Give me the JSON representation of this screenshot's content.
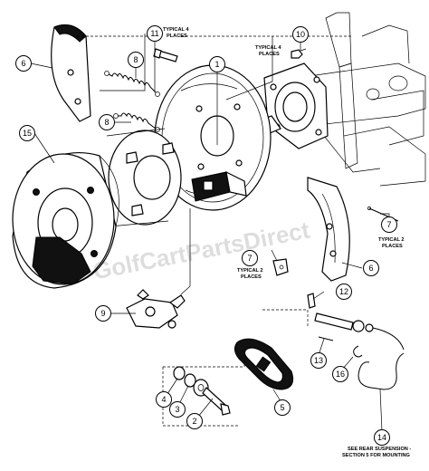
{
  "diagram": {
    "watermark": "GolfCartPartsDirect",
    "callouts": [
      {
        "id": "c1",
        "label": "1"
      },
      {
        "id": "c2",
        "label": "2"
      },
      {
        "id": "c3",
        "label": "3"
      },
      {
        "id": "c4",
        "label": "4"
      },
      {
        "id": "c5",
        "label": "5"
      },
      {
        "id": "c6a",
        "label": "6"
      },
      {
        "id": "c6b",
        "label": "6"
      },
      {
        "id": "c7a",
        "label": "7"
      },
      {
        "id": "c7b",
        "label": "7"
      },
      {
        "id": "c8a",
        "label": "8"
      },
      {
        "id": "c8b",
        "label": "8"
      },
      {
        "id": "c9",
        "label": "9"
      },
      {
        "id": "c10",
        "label": "10"
      },
      {
        "id": "c11",
        "label": "11"
      },
      {
        "id": "c12",
        "label": "12"
      },
      {
        "id": "c13",
        "label": "13"
      },
      {
        "id": "c14",
        "label": "14"
      },
      {
        "id": "c15",
        "label": "15"
      },
      {
        "id": "c16",
        "label": "16"
      }
    ],
    "notes": {
      "typical4_a_line1": "TYPICAL 4",
      "typical4_a_line2": "PLACES",
      "typical4_b_line1": "TYPICAL 4",
      "typical4_b_line2": "PLACES",
      "typical2_a_line1": "TYPICAL 2",
      "typical2_a_line2": "PLACES",
      "typical2_b_line1": "TYPICAL 2",
      "typical2_b_line2": "PLACES",
      "rear_susp_line1": "SEE REAR SUSPENSION -",
      "rear_susp_line2": "SECTION 5 FOR MOUNTING"
    }
  }
}
